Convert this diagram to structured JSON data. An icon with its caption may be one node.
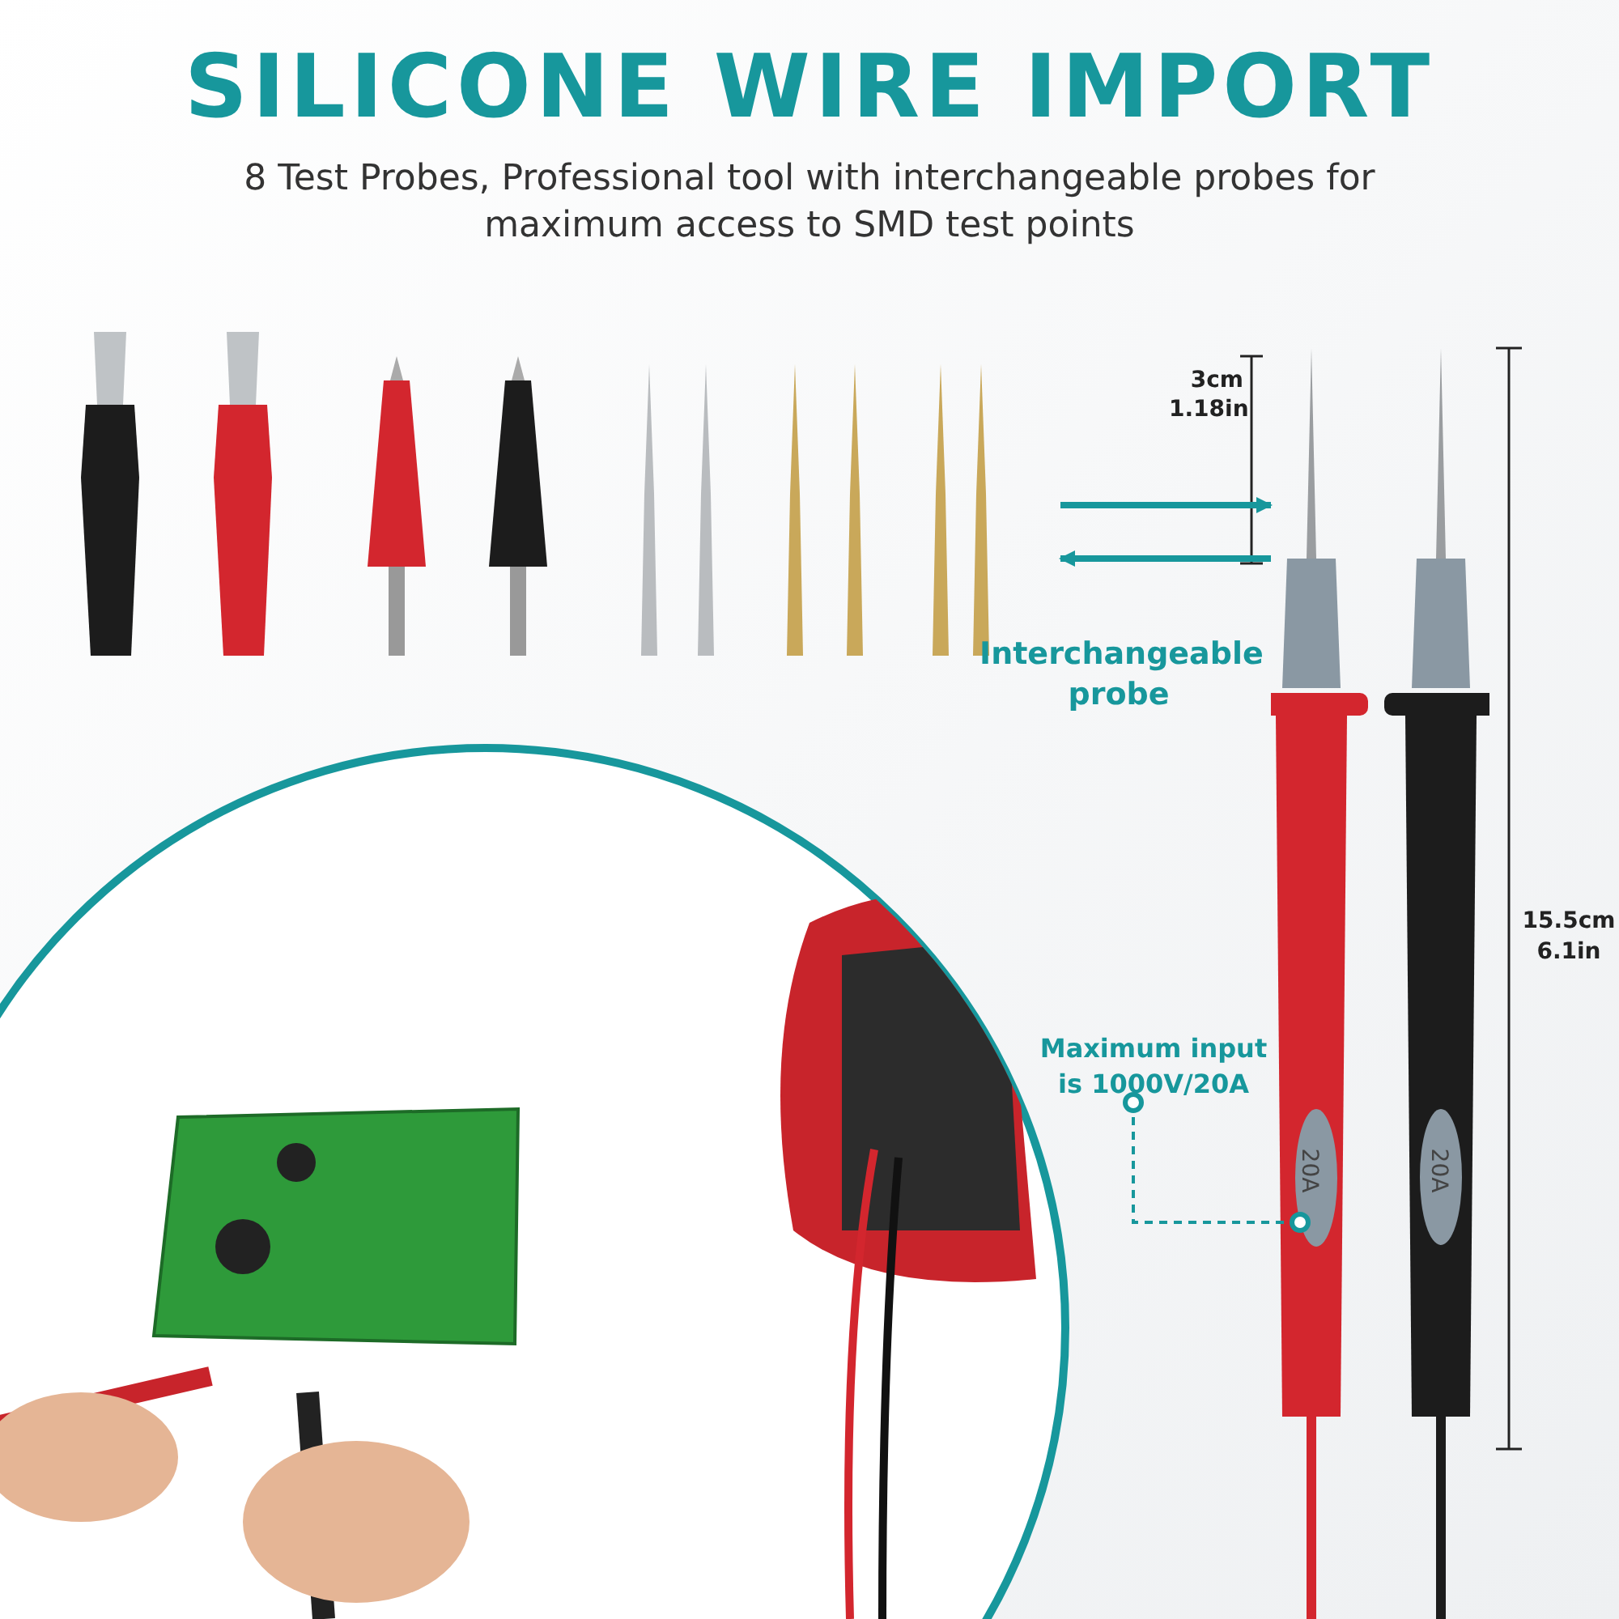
{
  "diagram": {
    "title": "SILICONE WIRE IMPORT",
    "nodes": [
      {
        "text": [],
        "shape": "picture"
      },
      {
        "text": [],
        "shape": "picture"
      },
      {
        "text": [
          "Maximum input is 1000V/20A"
        ]
      },
      {
        "text": [],
        "shape": "circle",
        "in": 1
      }
    ],
    "edges": [
      {
        "from": 0,
        "to": 1,
        "arrow": "to"
      },
      {
        "from": 1,
        "to": 0,
        "arrow": "to"
      },
      {
        "from": 2,
        "to": 3,
        "arrow": "other",
        "style": "dashed"
      }
    ],
    "labels": [
      "8 Test Probes, Professional tool with interchangeable probes for maximum access to SMD test points",
      "3cm 1.18in",
      "Interchangeable probe",
      "15.5cm 6.1in",
      "20A",
      "20A"
    ]
  }
}
